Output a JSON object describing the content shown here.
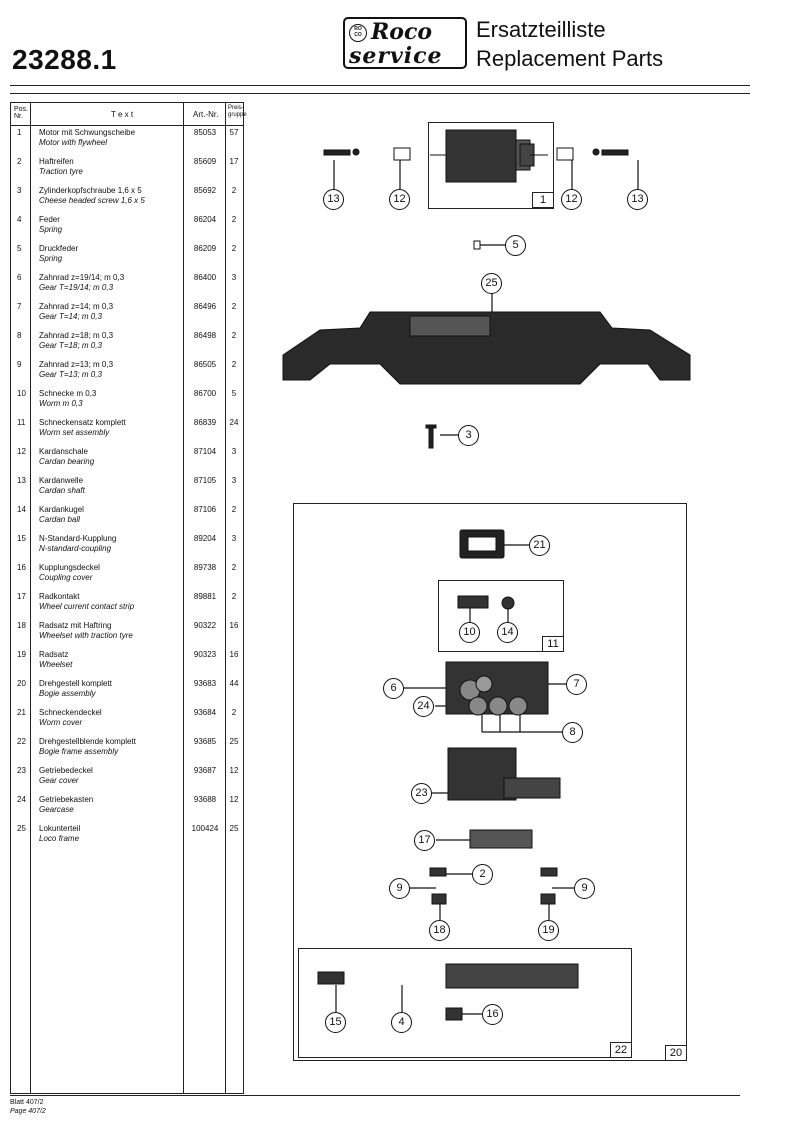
{
  "header": {
    "doc_number": "23288.1",
    "logo_brand": "Roco",
    "logo_circle": "RO CO",
    "logo_service": "service",
    "title_de": "Ersatzteilliste",
    "title_en": "Replacement Parts"
  },
  "table": {
    "col_pos": "Pos. Nr.",
    "col_text": "T e x t",
    "col_art": "Art.-Nr.",
    "col_grp": "Preis-gruppe",
    "rows": [
      {
        "pos": "1",
        "de": "Motor mit Schwungscheibe",
        "en": "Motor with flywheel",
        "art": "85053",
        "grp": "57"
      },
      {
        "pos": "2",
        "de": "Haftreifen",
        "en": "Traction tyre",
        "art": "85609",
        "grp": "17"
      },
      {
        "pos": "3",
        "de": "Zylinderkopfschraube 1,6 x 5",
        "en": "Cheese headed screw 1,6 x 5",
        "art": "85692",
        "grp": "2"
      },
      {
        "pos": "4",
        "de": "Feder",
        "en": "Spring",
        "art": "86204",
        "grp": "2"
      },
      {
        "pos": "5",
        "de": "Druckfeder",
        "en": "Spring",
        "art": "86209",
        "grp": "2"
      },
      {
        "pos": "6",
        "de": "Zahnrad z=19/14; m 0,3",
        "en": "Gear T=19/14; m 0,3",
        "art": "86400",
        "grp": "3"
      },
      {
        "pos": "7",
        "de": "Zahnrad z=14; m 0,3",
        "en": "Gear T=14; m 0,3",
        "art": "86496",
        "grp": "2"
      },
      {
        "pos": "8",
        "de": "Zahnrad z=18; m 0,3",
        "en": "Gear T=18; m 0,3",
        "art": "86498",
        "grp": "2"
      },
      {
        "pos": "9",
        "de": "Zahnrad z=13; m 0,3",
        "en": "Gear T=13; m 0,3",
        "art": "86505",
        "grp": "2"
      },
      {
        "pos": "10",
        "de": "Schnecke m 0,3",
        "en": "Worm m 0,3",
        "art": "86700",
        "grp": "5"
      },
      {
        "pos": "11",
        "de": "Schneckensatz komplett",
        "en": "Worm set assembly",
        "art": "86839",
        "grp": "24"
      },
      {
        "pos": "12",
        "de": "Kardanschale",
        "en": "Cardan bearing",
        "art": "87104",
        "grp": "3"
      },
      {
        "pos": "13",
        "de": "Kardanwelle",
        "en": "Cardan shaft",
        "art": "87105",
        "grp": "3"
      },
      {
        "pos": "14",
        "de": "Kardankugel",
        "en": "Cardan ball",
        "art": "87106",
        "grp": "2"
      },
      {
        "pos": "15",
        "de": "N-Standard-Kupplung",
        "en": "N-standard-coupling",
        "art": "89204",
        "grp": "3"
      },
      {
        "pos": "16",
        "de": "Kupplungsdeckel",
        "en": "Coupling cover",
        "art": "89738",
        "grp": "2"
      },
      {
        "pos": "17",
        "de": "Radkontakt",
        "en": "Wheel current contact strip",
        "art": "89881",
        "grp": "2"
      },
      {
        "pos": "18",
        "de": "Radsatz mit Haftring",
        "en": "Wheelset with traction tyre",
        "art": "90322",
        "grp": "16"
      },
      {
        "pos": "19",
        "de": "Radsatz",
        "en": "Wheelset",
        "art": "90323",
        "grp": "16"
      },
      {
        "pos": "20",
        "de": "Drehgestell komplett",
        "en": "Bogie assembly",
        "art": "93683",
        "grp": "44"
      },
      {
        "pos": "21",
        "de": "Schneckendeckel",
        "en": "Worm cover",
        "art": "93684",
        "grp": "2"
      },
      {
        "pos": "22",
        "de": "Drehgestellblende komplett",
        "en": "Bogie frame assembly",
        "art": "93685",
        "grp": "25"
      },
      {
        "pos": "23",
        "de": "Getriebedeckel",
        "en": "Gear cover",
        "art": "93687",
        "grp": "12"
      },
      {
        "pos": "24",
        "de": "Getriebekasten",
        "en": "Gearcase",
        "art": "93688",
        "grp": "12"
      },
      {
        "pos": "25",
        "de": "Lokunterteil",
        "en": "Loco frame",
        "art": "100424",
        "grp": "25"
      }
    ]
  },
  "diagram": {
    "callouts": [
      "13",
      "12",
      "12",
      "13",
      "5",
      "25",
      "3",
      "21",
      "10",
      "14",
      "6",
      "7",
      "24",
      "8",
      "23",
      "17",
      "2",
      "9",
      "9",
      "18",
      "19",
      "15",
      "4",
      "16"
    ],
    "box_labels": [
      "1",
      "11",
      "22",
      "20"
    ]
  },
  "footer": {
    "line1": "Blatt 407/2",
    "line2": "Page 407/2"
  }
}
